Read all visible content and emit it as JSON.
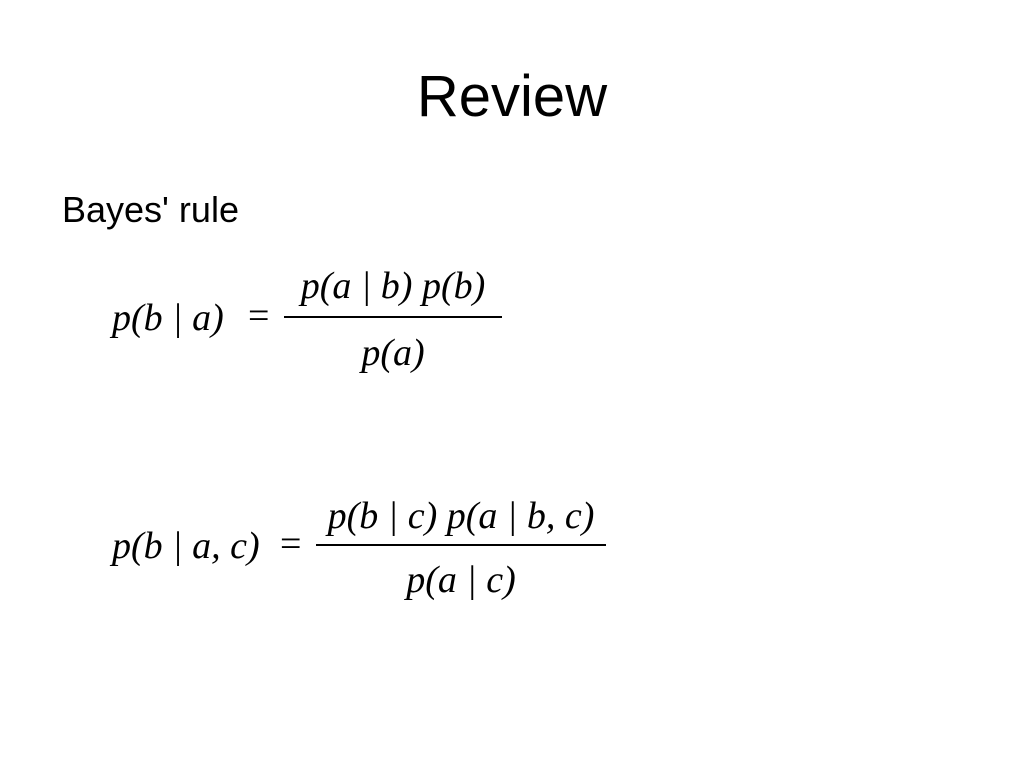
{
  "slide": {
    "title": "Review",
    "section_label": "Bayes' rule",
    "equations": [
      {
        "lhs": "p(b | a)",
        "equals": "=",
        "numerator": "p(a | b) p(b)",
        "denominator": "p(a)"
      },
      {
        "lhs": "p(b | a, c)",
        "equals": "=",
        "numerator": "p(b | c) p(a | b, c)",
        "denominator": "p(a | c)"
      }
    ]
  }
}
